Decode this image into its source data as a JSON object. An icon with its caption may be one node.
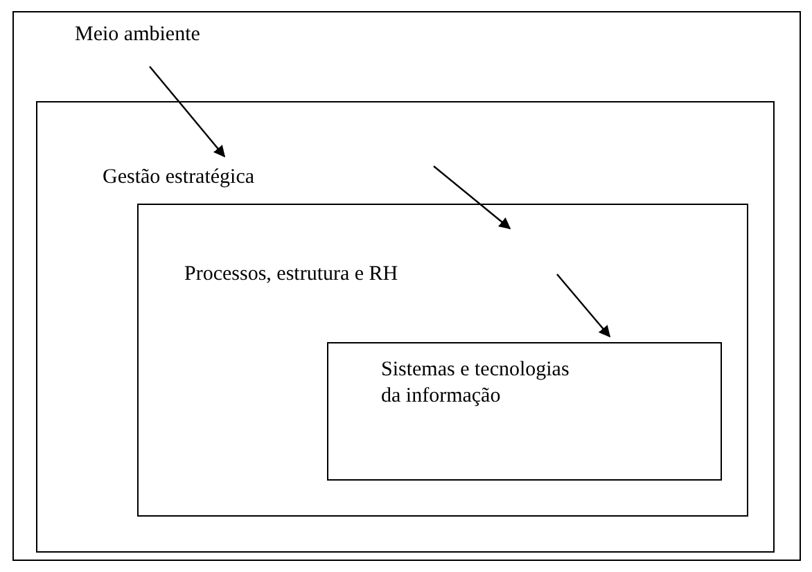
{
  "diagram": {
    "nodes": [
      {
        "text": [
          "Meio ambiente"
        ]
      },
      {
        "text": [
          "Gestão estratégica"
        ],
        "in": 0
      },
      {
        "text": [
          "Processos, estrutura e RH"
        ],
        "in": 1
      },
      {
        "text": [
          "Sistemas e tecnologias da informação"
        ],
        "in": 2
      }
    ],
    "edges": [
      {
        "from": 0,
        "to": 1,
        "arrow": "to"
      },
      {
        "from": 1,
        "to": 2,
        "arrow": "to"
      },
      {
        "from": 2,
        "to": 3,
        "arrow": "to"
      }
    ]
  }
}
